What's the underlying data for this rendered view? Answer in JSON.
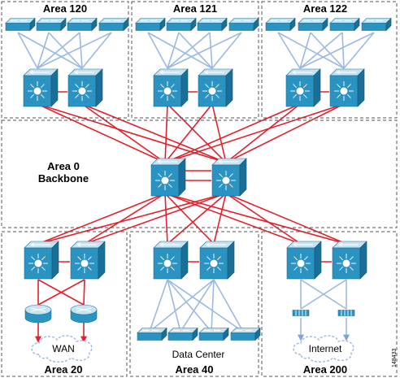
{
  "areas": {
    "area_120": "Area 120",
    "area_121": "Area 121",
    "area_122": "Area 122",
    "area_0": "Area 0",
    "backbone": "Backbone",
    "area_20": "Area 20",
    "area_40": "Area 40",
    "area_200": "Area 200"
  },
  "labels": {
    "wan": "WAN",
    "data_center": "Data Center",
    "internet": "Internet",
    "figure_id": "148433"
  },
  "icons": {
    "access_switch": "access-switch-icon",
    "layer3_switch": "layer3-switch-icon",
    "router": "router-icon",
    "firewall": "firewall-icon",
    "cloud": "cloud-icon"
  },
  "colors": {
    "routed_link": "#e3202b",
    "switched_link": "#9cb9e0",
    "device": "#2a93c2"
  }
}
